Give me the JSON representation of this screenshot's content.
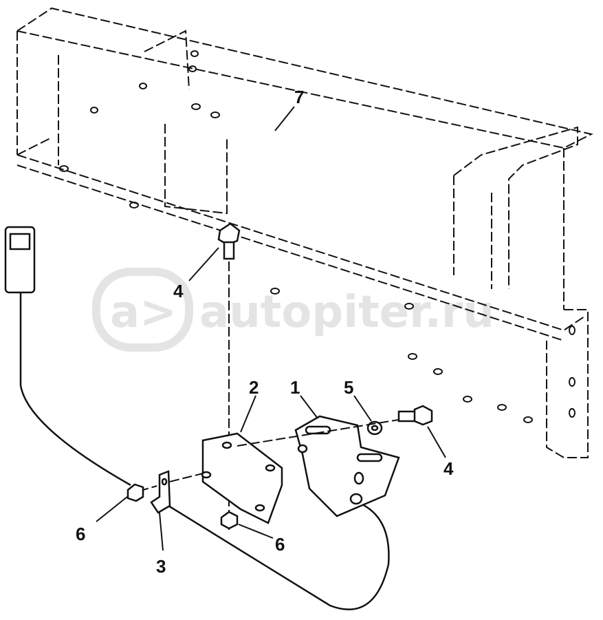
{
  "diagram": {
    "callouts": [
      {
        "id": "7",
        "label": "7"
      },
      {
        "id": "4a",
        "label": "4"
      },
      {
        "id": "2",
        "label": "2"
      },
      {
        "id": "1",
        "label": "1"
      },
      {
        "id": "5",
        "label": "5"
      },
      {
        "id": "4b",
        "label": "4"
      },
      {
        "id": "6a",
        "label": "6"
      },
      {
        "id": "6b",
        "label": "6"
      },
      {
        "id": "3",
        "label": "3"
      }
    ],
    "watermark": "autopiter.ru",
    "colors": {
      "line": "#111111",
      "watermark": "#e4e4e4"
    }
  }
}
